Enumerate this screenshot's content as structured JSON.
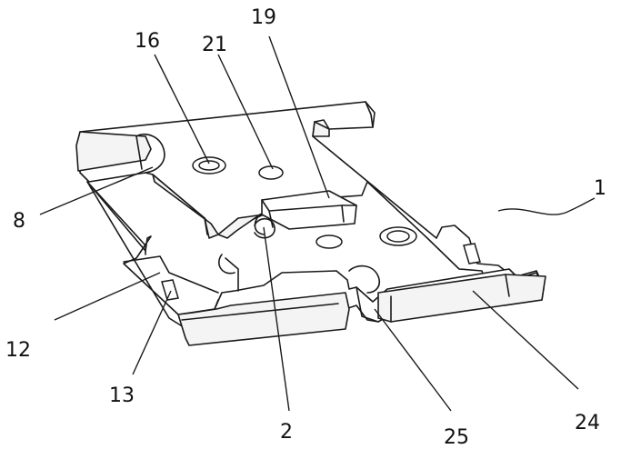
{
  "figure": {
    "callouts": [
      {
        "id": "c1",
        "label": "1"
      },
      {
        "id": "c2",
        "label": "2"
      },
      {
        "id": "c8",
        "label": "8"
      },
      {
        "id": "c12",
        "label": "12"
      },
      {
        "id": "c13",
        "label": "13"
      },
      {
        "id": "c16",
        "label": "16"
      },
      {
        "id": "c19",
        "label": "19"
      },
      {
        "id": "c21",
        "label": "21"
      },
      {
        "id": "c24",
        "label": "24"
      },
      {
        "id": "c25",
        "label": "25"
      }
    ]
  },
  "colors": {
    "line": "#1a1a1a",
    "background": "#ffffff"
  }
}
